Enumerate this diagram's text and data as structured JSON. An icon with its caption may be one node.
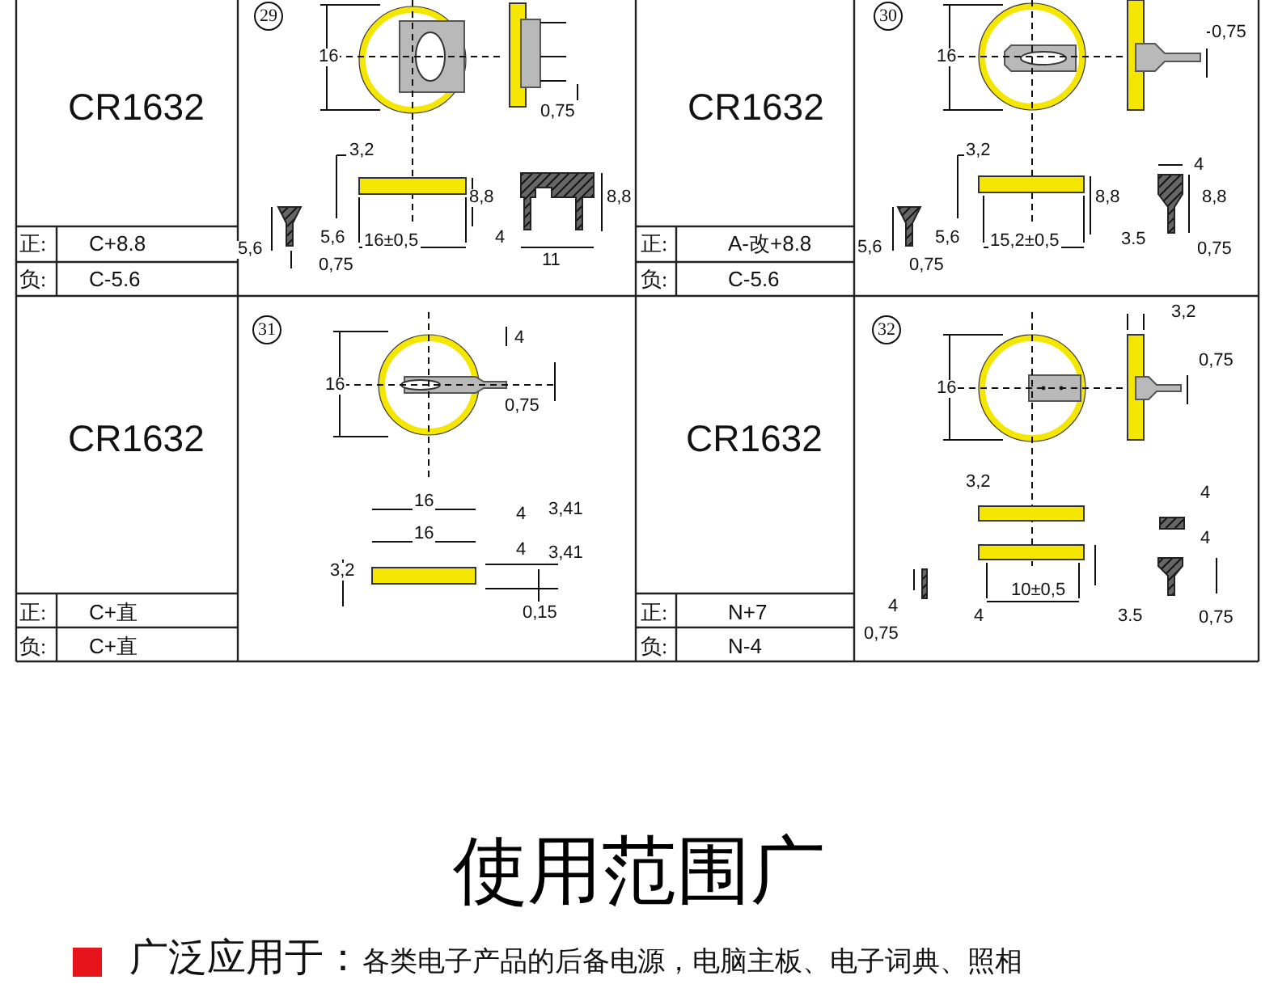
{
  "diagram": {
    "title": "使用范围广",
    "labels": [
      "CR1632",
      "正:",
      "C+8.8",
      "负:",
      "C-5.6",
      "29",
      "16",
      "0,75",
      "3,2",
      "8,8",
      "8,8",
      "5,6",
      "5,6",
      "16±0,5",
      "4",
      "0,75",
      "11",
      "CR1632",
      "正:",
      "A-改+8.8",
      "负:",
      "C-5.6",
      "30",
      "16",
      "0,75",
      "3,2",
      "4",
      "8,8",
      "8,8",
      "5,6",
      "5,6",
      "15,2±0,5",
      "3.5",
      "0,75",
      "0,75",
      "CR1632",
      "正:",
      "C+直",
      "负:",
      "C+直",
      "31",
      "16",
      "4",
      "0,75",
      "16",
      "4",
      "3,41",
      "16",
      "4",
      "3,41",
      "3,2",
      "0,15",
      "CR1632",
      "正:",
      "N+7",
      "负:",
      "N-4",
      "32",
      "3,2",
      "16",
      "0,75",
      "3,2",
      "4",
      "4",
      "4",
      "4",
      "10±0,5",
      "3.5",
      "0,75",
      "0,75",
      "**广泛应用于：**各类电子产品的后备电源，电脑主板、电子词典、照相"
    ]
  }
}
